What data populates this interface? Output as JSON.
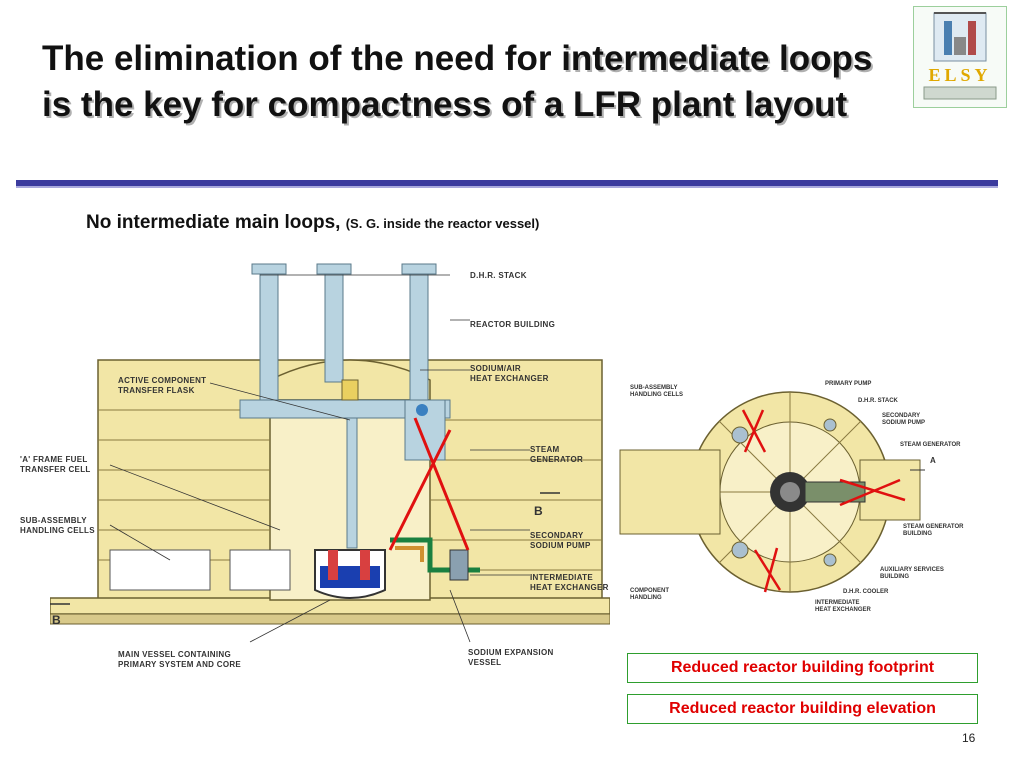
{
  "title": {
    "part1": "The elimination of the need for ",
    "part2": "intermediate loops is the key for compactness of a LFR plant layout"
  },
  "logo": {
    "text": "ELSY"
  },
  "subtitle": {
    "main": "No intermediate main loops, ",
    "note": "(S. G. inside the reactor vessel)"
  },
  "elevation_labels": {
    "dhr_stack": "D.H.R. STACK",
    "reactor_building": "REACTOR BUILDING",
    "sodium_air_hx_1": "SODIUM/AIR",
    "sodium_air_hx_2": "HEAT EXCHANGER",
    "active_flask_1": "ACTIVE COMPONENT",
    "active_flask_2": "TRANSFER FLASK",
    "steam_gen_1": "STEAM",
    "steam_gen_2": "GENERATOR",
    "a_frame_1": "'A' FRAME FUEL",
    "a_frame_2": "TRANSFER CELL",
    "section_b_right": "B",
    "section_b_left": "B",
    "sub_assembly_1": "SUB-ASSEMBLY",
    "sub_assembly_2": "HANDLING CELLS",
    "secondary_pump_1": "SECONDARY",
    "secondary_pump_2": "SODIUM PUMP",
    "ihx_1": "INTERMEDIATE",
    "ihx_2": "HEAT EXCHANGER",
    "main_vessel_1": "MAIN VESSEL CONTAINING",
    "main_vessel_2": "PRIMARY SYSTEM AND CORE",
    "expansion_1": "SODIUM EXPANSION",
    "expansion_2": "VESSEL"
  },
  "plan_labels": {
    "sub_assembly_1": "SUB-ASSEMBLY",
    "sub_assembly_2": "HANDLING CELLS",
    "primary_pump": "PRIMARY PUMP",
    "dhr_stack": "D.H.R. STACK",
    "secondary_pump_1": "SECONDARY",
    "secondary_pump_2": "SODIUM PUMP",
    "steam_gen": "STEAM GENERATOR",
    "section_a": "A",
    "sg_building_1": "STEAM GENERATOR",
    "sg_building_2": "BUILDING",
    "aux_1": "AUXILIARY SERVICES",
    "aux_2": "BUILDING",
    "component_1": "COMPONENT",
    "component_2": "HANDLING",
    "dhr_cooler": "D.H.R. COOLER",
    "ihx_1": "INTERMEDIATE",
    "ihx_2": "HEAT EXCHANGER"
  },
  "callouts": {
    "footprint": "Reduced reactor building footprint",
    "elevation": "Reduced reactor building elevation"
  },
  "page_number": "16",
  "colors": {
    "building_fill": "#f2e6a6",
    "stack_fill": "#b8d3e0",
    "cross_red": "#e01010",
    "rule": "#3b3b9e",
    "callout_text": "#e00000",
    "callout_border": "#2e9e2e"
  }
}
